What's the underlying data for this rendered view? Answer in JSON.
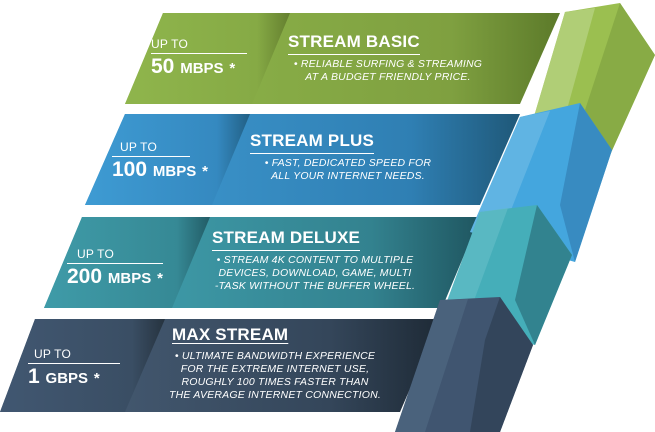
{
  "plans": [
    {
      "id": "stream-basic",
      "up_to": "UP TO",
      "speed_value": "50",
      "speed_unit": "MBPS",
      "asterisk": "*",
      "name": "STREAM BASIC",
      "description_lines": [
        "• RELIABLE SURFING & STREAMING",
        "AT A BUDGET FRIENDLY PRICE."
      ],
      "color": "#8db048"
    },
    {
      "id": "stream-plus",
      "up_to": "UP TO",
      "speed_value": "100",
      "speed_unit": "MBPS",
      "asterisk": "*",
      "name": "STREAM PLUS",
      "description_lines": [
        "• FAST,  DEDICATED SPEED FOR",
        "ALL YOUR INTERNET NEEDS."
      ],
      "color": "#3a97cf"
    },
    {
      "id": "stream-deluxe",
      "up_to": "UP TO",
      "speed_value": "200",
      "speed_unit": "MBPS",
      "asterisk": "*",
      "name": "STREAM DELUXE",
      "description_lines": [
        "• STREAM 4K CONTENT TO MULTIPLE",
        "DEVICES, DOWNLOAD, GAME, MULTI",
        "-TASK WITHOUT THE BUFFER WHEEL."
      ],
      "color": "#3a9aa8"
    },
    {
      "id": "max-stream",
      "up_to": "UP TO",
      "speed_value": "1",
      "speed_unit": "GBPS",
      "asterisk": "*",
      "name": "MAX STREAM",
      "description_lines": [
        "• ULTIMATE BANDWIDTH EXPERIENCE",
        "FOR THE EXTREME INTERNET USE,",
        "ROUGHLY 100 TIMES FASTER THAN",
        "THE AVERAGE INTERNET CONNECTION."
      ],
      "color": "#3e5166"
    }
  ]
}
